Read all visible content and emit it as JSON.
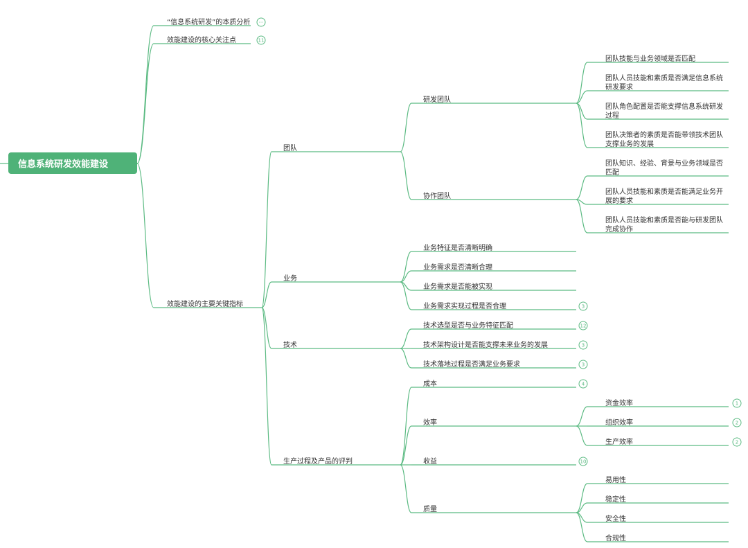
{
  "root": {
    "label": "信息系统研发效能建设"
  },
  "level1": [
    {
      "label": "“信息系统研发”的本质分析",
      "badge": "···"
    },
    {
      "label": "效能建设的核心关注点",
      "badge": "11"
    },
    {
      "label": "效能建设的主要关键指标",
      "badge": ""
    }
  ],
  "categories": [
    {
      "label": "团队"
    },
    {
      "label": "业务"
    },
    {
      "label": "技术"
    },
    {
      "label": "生产过程及产品的评判"
    }
  ],
  "team": {
    "subs": [
      {
        "label": "研发团队",
        "items": [
          [
            "团队技能与业务领域是否匹配"
          ],
          [
            "团队人员技能和素质是否满足信息系统",
            "研发要求"
          ],
          [
            "团队角色配置是否能支撑信息系统研发",
            "过程"
          ],
          [
            "团队决策者的素质是否能带领技术团队",
            "支撑业务的发展"
          ]
        ]
      },
      {
        "label": "协作团队",
        "items": [
          [
            "团队知识、经验、背景与业务领域是否",
            "匹配"
          ],
          [
            "团队人员技能和素质是否能满足业务开",
            "展的要求"
          ],
          [
            "团队人员技能和素质是否能与研发团队",
            "完成协作"
          ]
        ]
      }
    ]
  },
  "business": {
    "items": [
      {
        "label": "业务特征是否清晰明确",
        "badge": ""
      },
      {
        "label": "业务需求是否清晰合理",
        "badge": ""
      },
      {
        "label": "业务需求是否能被实现",
        "badge": ""
      },
      {
        "label": "业务需求实现过程是否合理",
        "badge": "3"
      }
    ]
  },
  "tech": {
    "items": [
      {
        "label": "技术选型是否与业务特征匹配",
        "badge": "12"
      },
      {
        "label": "技术架构设计是否能支撑未来业务的发展",
        "badge": "3"
      },
      {
        "label": "技术落地过程是否满足业务要求",
        "badge": "3"
      }
    ]
  },
  "production": {
    "cost": {
      "label": "成本",
      "badge": "4"
    },
    "efficiency": {
      "label": "效率",
      "items": [
        {
          "label": "资金效率",
          "badge": "1"
        },
        {
          "label": "组织效率",
          "badge": "2"
        },
        {
          "label": "生产效率",
          "badge": "2"
        }
      ]
    },
    "revenue": {
      "label": "收益",
      "badge": "10"
    },
    "quality": {
      "label": "质量",
      "items": [
        {
          "label": "易用性"
        },
        {
          "label": "稳定性"
        },
        {
          "label": "安全性"
        },
        {
          "label": "合规性"
        }
      ]
    }
  },
  "colors": {
    "line": "#5bba82",
    "root": "#4fb278",
    "text": "#333333"
  }
}
